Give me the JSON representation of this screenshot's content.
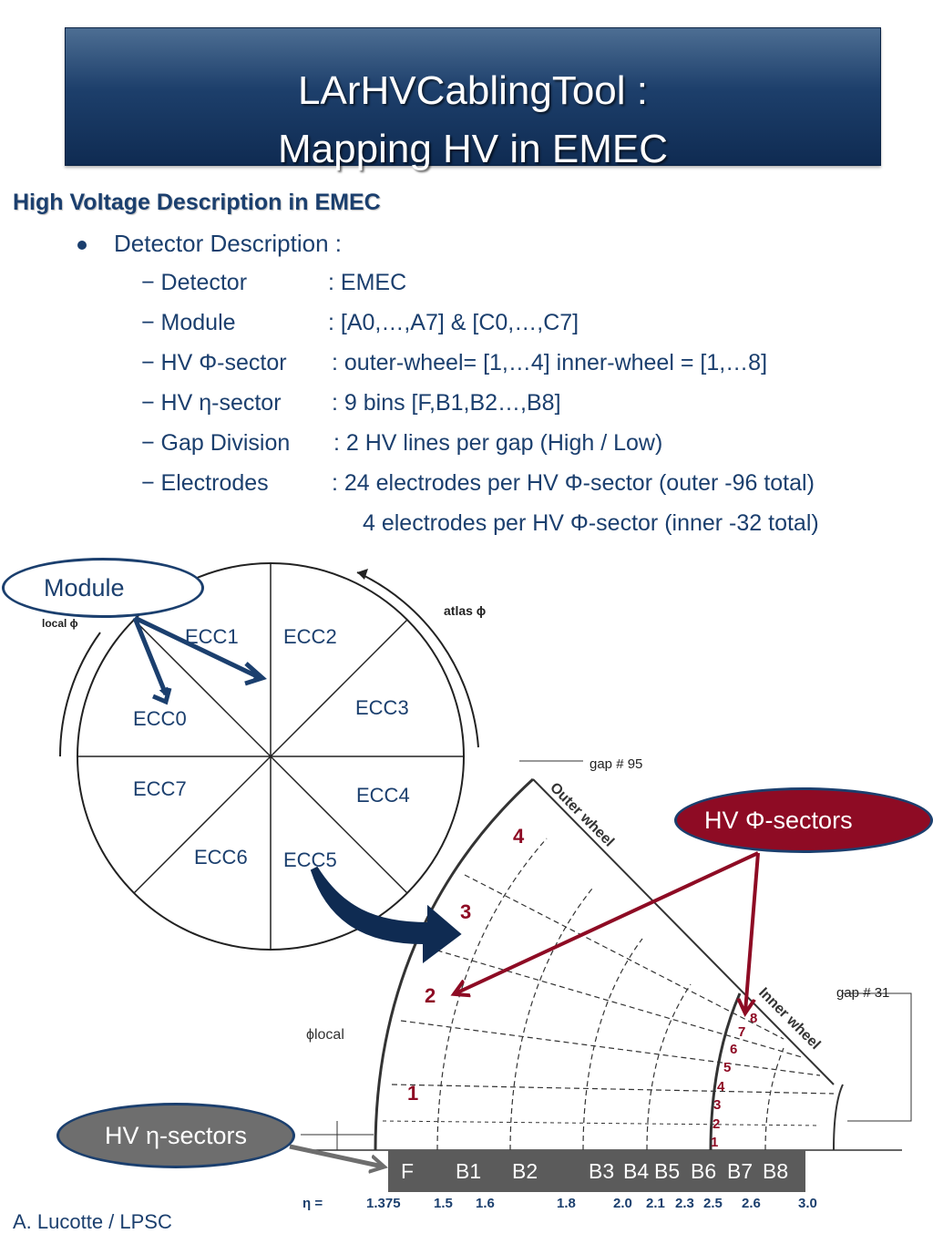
{
  "title": {
    "line1": "LArHVCablingTool :",
    "line2": "Mapping HV in EMEC"
  },
  "section_heading": "High Voltage Description in EMEC",
  "bullet": "Detector Description :",
  "items": [
    {
      "key": "− Detector",
      "value": ": EMEC"
    },
    {
      "key": "− Module",
      "value": ": [A0,…,A7] & [C0,…,C7]"
    },
    {
      "key": "− HV Φ-sector",
      "value": ": outer-wheel= [1,…4] inner-wheel = [1,…8]"
    },
    {
      "key": "− HV η-sector",
      "value": ": 9 bins [F,B1,B2…,B8]"
    },
    {
      "key": "− Gap Division",
      "value": ": 2 HV lines per gap (High / Low)"
    },
    {
      "key": "− Electrodes",
      "value": ": 24 electrodes per HV Φ-sector (outer -96 total)"
    }
  ],
  "electrodes_line2": "4 electrodes per HV Φ-sector (inner -32 total)",
  "callouts": {
    "module": "Module",
    "hv_phi": "HV Φ-sectors",
    "hv_eta": "HV η-sectors"
  },
  "wheel": {
    "sectors": [
      "ECC0",
      "ECC1",
      "ECC2",
      "ECC3",
      "ECC4",
      "ECC5",
      "ECC6",
      "ECC7"
    ],
    "atlas_phi": "atlas ϕ",
    "local_phi": "local ϕ"
  },
  "fan": {
    "gap95": "gap # 95",
    "gap31": "gap # 31",
    "outer_wheel": "Outer wheel",
    "inner_wheel": "Inner wheel",
    "phi_local": "ϕlocal",
    "outer_sectors": [
      "1",
      "2",
      "3",
      "4"
    ],
    "inner_sectors": [
      "1",
      "2",
      "3",
      "4",
      "5",
      "6",
      "7",
      "8"
    ]
  },
  "eta_bins": [
    "F",
    "B1",
    "B2",
    "B3",
    "B4",
    "B5",
    "B6",
    "B7",
    "B8"
  ],
  "eta_label": "η =",
  "eta_values": [
    "1.375",
    "1.5",
    "1.6",
    "1.8",
    "2.0",
    "2.1",
    "2.3",
    "2.5",
    "2.6",
    "3.0"
  ],
  "footer": "A. Lucotte / LPSC",
  "colors": {
    "title_bg": "#1d3f6b",
    "text_blue": "#1b3f6e",
    "accent_red": "#8e0b24",
    "grey_pill": "#6e6e6e",
    "eta_bar": "#5b5b5b"
  }
}
